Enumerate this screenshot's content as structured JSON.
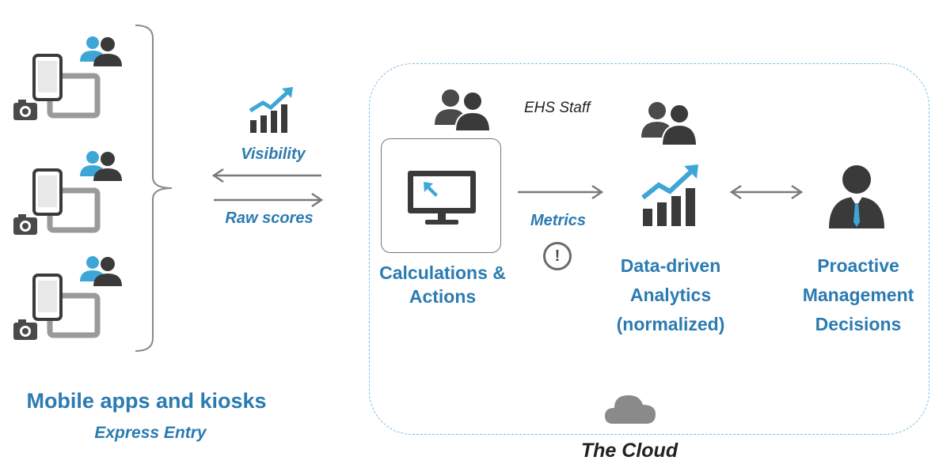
{
  "left": {
    "title": "Mobile apps and kiosks",
    "subtitle": "Express Entry",
    "devices": [
      {
        "icons": [
          "user-pair-icon",
          "phone-icon",
          "tablet-icon",
          "camera-icon"
        ]
      },
      {
        "icons": [
          "user-pair-icon",
          "phone-icon",
          "tablet-icon",
          "camera-icon"
        ]
      },
      {
        "icons": [
          "user-pair-icon",
          "phone-icon",
          "tablet-icon",
          "camera-icon"
        ]
      }
    ]
  },
  "flow": {
    "visibility_label": "Visibility",
    "raw_scores_label": "Raw scores",
    "metrics_label": "Metrics",
    "alert_symbol": "!"
  },
  "cloud": {
    "label": "The Cloud",
    "staff_label": "EHS Staff",
    "calculations_label": "Calculations & Actions",
    "analytics_label": "Data-driven Analytics (normalized)",
    "decisions_label": "Proactive Management Decisions"
  },
  "colors": {
    "accent_blue": "#2b7bb1",
    "icon_dark": "#3a3a3a",
    "icon_gray": "#8a8a8a",
    "icon_blue": "#3ea6d6",
    "dashed_border": "#7cc0e4"
  }
}
